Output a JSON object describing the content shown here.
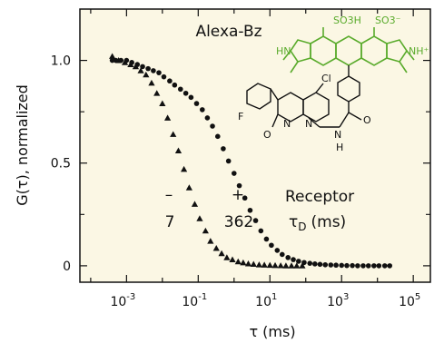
{
  "chart_data": {
    "type": "scatter",
    "title": "Alexa-Bz",
    "xlabel": "τ (ms)",
    "ylabel": "G(τ), normalized",
    "x_scale": "log",
    "xlim": [
      5e-05,
      300000
    ],
    "ylim": [
      -0.08,
      1.25
    ],
    "x_tick_exponents": [
      "-3",
      "-1",
      "1",
      "3",
      "5"
    ],
    "x_tick_values": [
      0.001,
      0.1,
      10,
      1000,
      100000
    ],
    "y_ticks": [
      {
        "label": "0",
        "value": 0
      },
      {
        "label": "0.5",
        "value": 0.5
      },
      {
        "label": "1.0",
        "value": 1.0
      }
    ],
    "grid": false,
    "background": "#fbf7e4",
    "series": [
      {
        "marker": "triangle",
        "tau_D_label": "7",
        "x": [
          0.0004,
          0.0006,
          0.0009,
          0.0013,
          0.0018,
          0.0025,
          0.0035,
          0.005,
          0.007,
          0.01,
          0.014,
          0.02,
          0.028,
          0.04,
          0.056,
          0.08,
          0.11,
          0.16,
          0.22,
          0.32,
          0.45,
          0.63,
          0.9,
          1.3,
          1.8,
          2.5,
          3.5,
          5,
          7,
          10,
          14,
          20,
          28,
          40,
          56,
          80
        ],
        "y": [
          1.02,
          1.0,
          0.99,
          0.98,
          0.97,
          0.95,
          0.93,
          0.89,
          0.84,
          0.79,
          0.72,
          0.64,
          0.56,
          0.47,
          0.38,
          0.3,
          0.23,
          0.17,
          0.12,
          0.085,
          0.06,
          0.04,
          0.03,
          0.02,
          0.015,
          0.01,
          0.008,
          0.005,
          0.004,
          0.003,
          0.002,
          0.001,
          0.0,
          0.0,
          0.0,
          0.0
        ]
      },
      {
        "marker": "circle",
        "tau_D_label": "362",
        "x": [
          0.0004,
          0.0005,
          0.0007,
          0.001,
          0.0014,
          0.002,
          0.0028,
          0.004,
          0.0056,
          0.008,
          0.011,
          0.016,
          0.022,
          0.032,
          0.045,
          0.063,
          0.09,
          0.13,
          0.18,
          0.25,
          0.35,
          0.5,
          0.7,
          1.0,
          1.4,
          2,
          2.8,
          4,
          5.6,
          8,
          11,
          16,
          22,
          32,
          45,
          63,
          90,
          130,
          180,
          250,
          350,
          500,
          700,
          1000,
          1400,
          2000,
          2800,
          4000,
          5600,
          8000,
          11000,
          16000,
          22000
        ],
        "y": [
          1.0,
          1.0,
          1.0,
          1.0,
          0.99,
          0.98,
          0.97,
          0.96,
          0.95,
          0.94,
          0.92,
          0.9,
          0.88,
          0.86,
          0.84,
          0.82,
          0.79,
          0.76,
          0.72,
          0.68,
          0.63,
          0.57,
          0.51,
          0.45,
          0.39,
          0.33,
          0.27,
          0.22,
          0.17,
          0.13,
          0.1,
          0.075,
          0.055,
          0.04,
          0.03,
          0.022,
          0.016,
          0.012,
          0.009,
          0.007,
          0.005,
          0.004,
          0.003,
          0.002,
          0.001,
          0.001,
          0.0,
          0.0,
          0.0,
          0.0,
          0.0,
          0.0,
          0.0
        ]
      }
    ],
    "annotations": {
      "minus_sign": "–",
      "plus_sign": "+",
      "receptor_label": "Receptor",
      "tau_d_label": "τ",
      "tau_d_subscript": "D",
      "tau_d_unit": "(ms)"
    },
    "structure_labels": {
      "green": [
        "SO3H",
        "SO3⁻",
        "HN",
        "NH⁺"
      ],
      "black": [
        "Cl",
        "F",
        "O",
        "N",
        "N",
        "N",
        "O",
        "H"
      ],
      "green_color": "#5aab2c"
    }
  }
}
